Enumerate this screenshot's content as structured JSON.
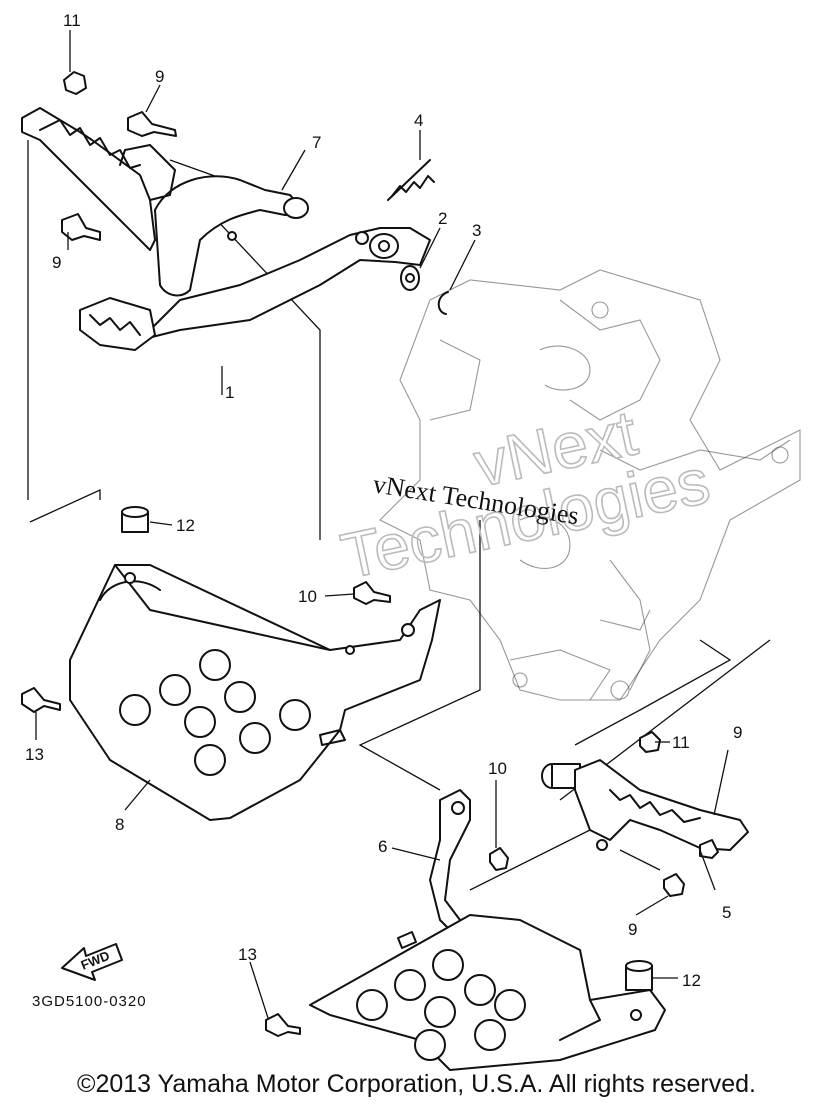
{
  "labels": {
    "p1": "1",
    "p2": "2",
    "p3": "3",
    "p4": "4",
    "p5": "5",
    "p6": "6",
    "p7": "7",
    "p8": "8",
    "p9a": "9",
    "p9b": "9",
    "p9c": "9",
    "p9d": "9",
    "p10a": "10",
    "p10b": "10",
    "p11a": "11",
    "p11b": "11",
    "p12a": "12",
    "p12b": "12",
    "p13a": "13",
    "p13b": "13"
  },
  "watermark": {
    "outline_line1": "vNext",
    "outline_line2": "Technologies",
    "text": "vNext Technologies"
  },
  "fwd_label": "FWD",
  "diagram_code": "3GD5100-0320",
  "copyright": "©2013 Yamaha Motor Corporation, U.S.A. All rights reserved."
}
